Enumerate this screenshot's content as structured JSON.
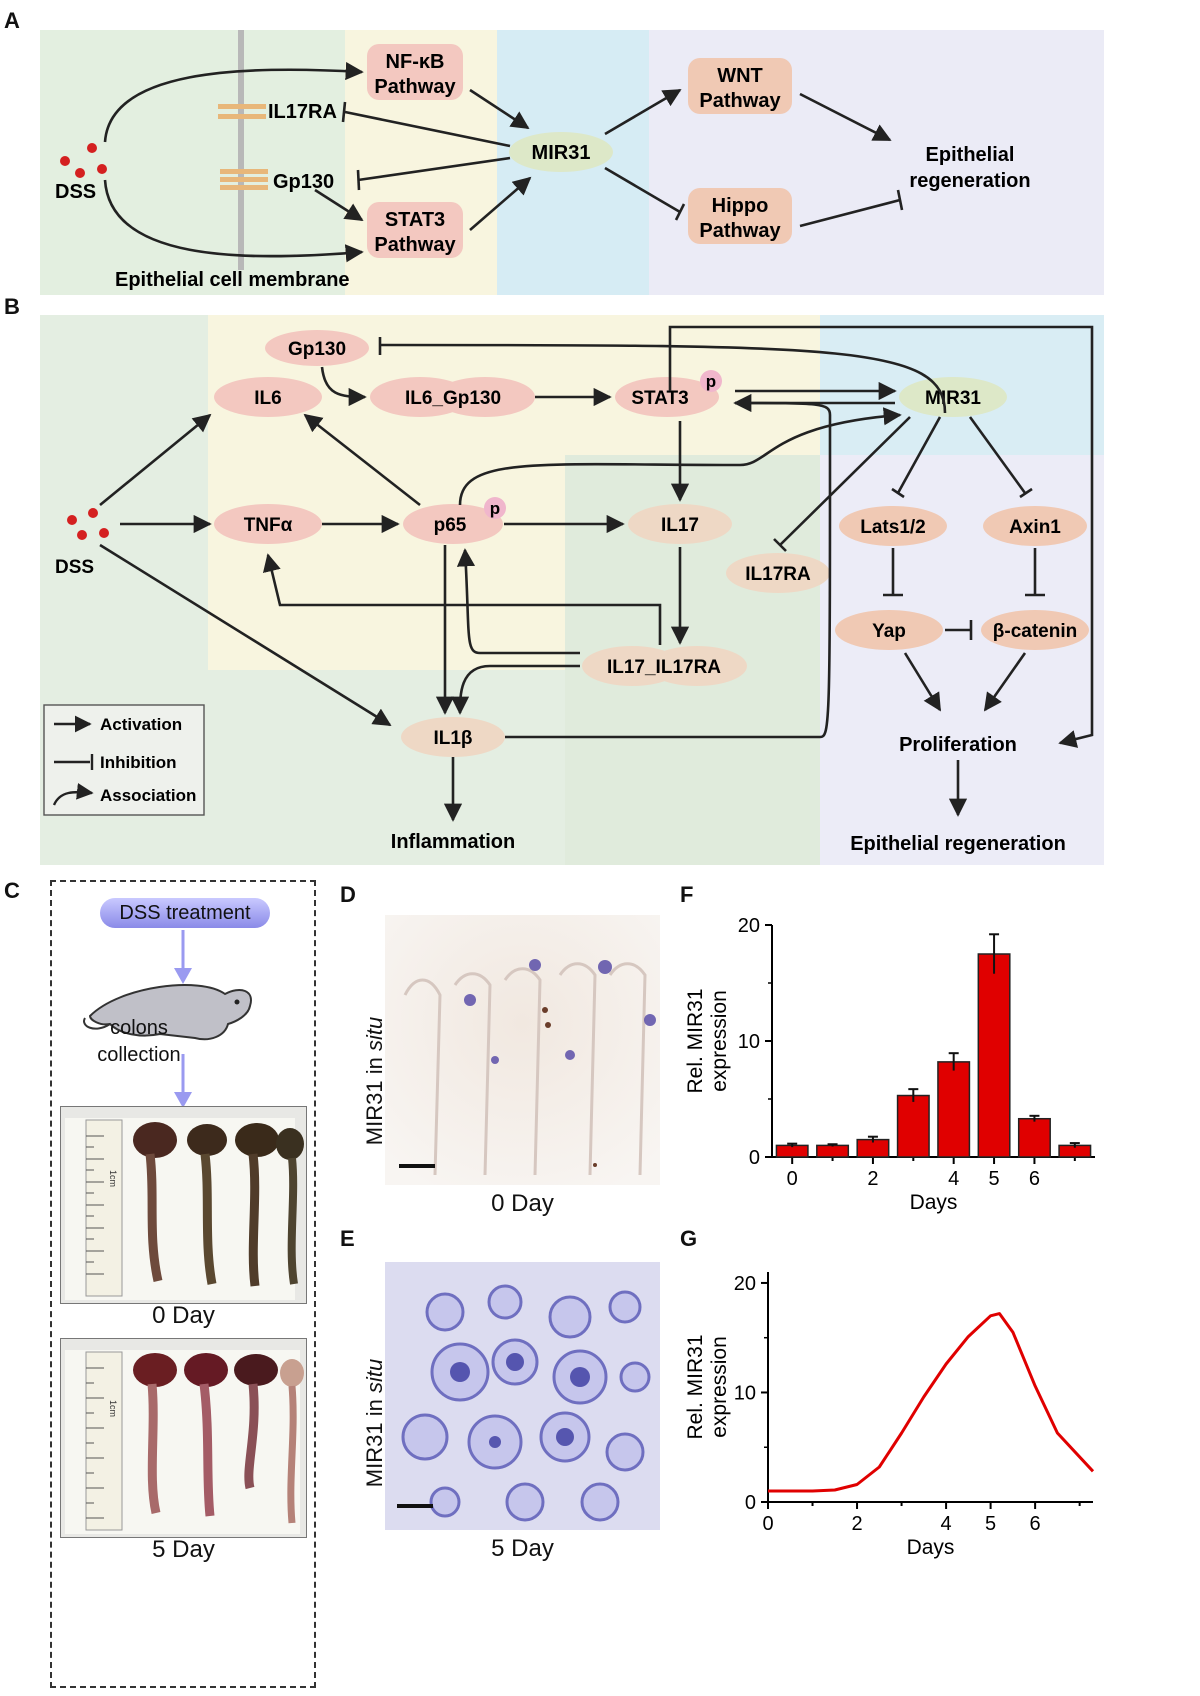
{
  "panels": {
    "A": "A",
    "B": "B",
    "C": "C",
    "D": "D",
    "E": "E",
    "F": "F",
    "G": "G"
  },
  "panel_a": {
    "dss": "DSS",
    "il17ra": "IL17RA",
    "gp130": "Gp130",
    "nfkb_line1": "NF-κB",
    "nfkb_line2": "Pathway",
    "stat3_line1": "STAT3",
    "stat3_line2": "Pathway",
    "mir31": "MIR31",
    "wnt_line1": "WNT",
    "wnt_line2": "Pathway",
    "hippo_line1": "Hippo",
    "hippo_line2": "Pathway",
    "regen_line1": "Epithelial",
    "regen_line2": "regeneration",
    "membrane": "Epithelial cell membrane"
  },
  "panel_b": {
    "gp130": "Gp130",
    "il6": "IL6",
    "il6_gp130": "IL6_Gp130",
    "stat3": "STAT3",
    "phospho": "p",
    "mir31": "MIR31",
    "dss": "DSS",
    "tnfa": "TNFα",
    "p65": "p65",
    "il17": "IL17",
    "il17ra": "IL17RA",
    "il17_il17ra": "IL17_IL17RA",
    "il1b": "IL1β",
    "inflammation": "Inflammation",
    "lats": "Lats1/2",
    "axin": "Axin1",
    "yap": "Yap",
    "bcatenin": "β-catenin",
    "proliferation": "Proliferation",
    "regeneration": "Epithelial regeneration",
    "legend": {
      "activation": "Activation",
      "inhibition": "Inhibition",
      "association": "Association"
    }
  },
  "panel_c": {
    "treatment": "DSS treatment",
    "colons_line1": "colons",
    "colons_line2": "collection",
    "day0": "0 Day",
    "day5": "5 Day",
    "ruler_unit": "1cm"
  },
  "panel_d": {
    "ylabel_main": "MIR31 in ",
    "ylabel_italic": "situ",
    "caption": "0 Day"
  },
  "panel_e": {
    "ylabel_main": "MIR31 in ",
    "ylabel_italic": "situ",
    "caption": "5 Day"
  },
  "chart_data": [
    {
      "panel": "F",
      "type": "bar",
      "x": [
        0,
        1,
        2,
        3,
        4,
        5,
        6,
        7
      ],
      "values": [
        1.0,
        1.0,
        1.5,
        5.3,
        8.2,
        17.5,
        3.3,
        1.0
      ],
      "errors": [
        0.15,
        0.1,
        0.25,
        0.55,
        0.75,
        1.7,
        0.25,
        0.2
      ],
      "xticklabels": [
        "0",
        "",
        "2",
        "",
        "4",
        "5",
        "6",
        ""
      ],
      "yticks": [
        0,
        10,
        20
      ],
      "xlabel": "Days",
      "ylabel_line1": "Rel. MIR31",
      "ylabel_line2": "expression",
      "ylim": [
        0,
        20
      ],
      "bar_color": "#e00000"
    },
    {
      "panel": "G",
      "type": "line",
      "x": [
        0,
        0.5,
        1,
        1.5,
        2,
        2.5,
        3,
        3.5,
        4,
        4.5,
        5,
        5.2,
        5.5,
        6,
        6.5,
        7.3
      ],
      "y": [
        1.0,
        1.0,
        1.0,
        1.1,
        1.6,
        3.2,
        6.3,
        9.6,
        12.6,
        15.1,
        17.0,
        17.2,
        15.5,
        10.6,
        6.3,
        2.8
      ],
      "xticks": [
        0,
        2,
        4,
        5,
        6
      ],
      "yticks": [
        0,
        10,
        20
      ],
      "xlabel": "Days",
      "ylabel_line1": "Rel. MIR31",
      "ylabel_line2": "expression",
      "xlim": [
        0,
        7.3
      ],
      "ylim": [
        0,
        21
      ],
      "line_color": "#e00000"
    }
  ]
}
